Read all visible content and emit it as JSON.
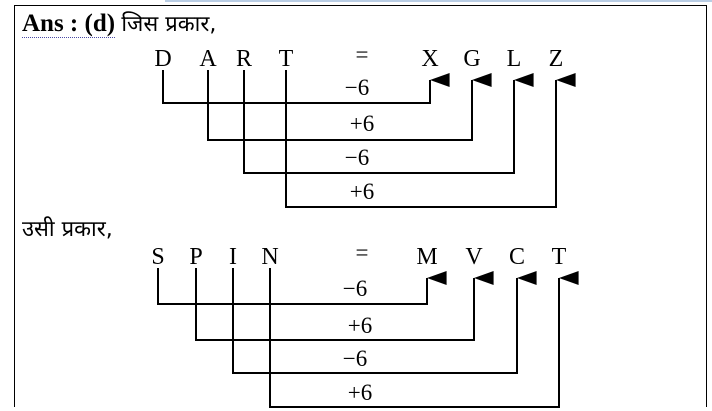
{
  "answer": {
    "label": "Ans : (d)",
    "intro": "जिस प्रकार,"
  },
  "middle_text": "उसी प्रकार,",
  "equals": "=",
  "top_strip_color": "#b9cde4",
  "example": {
    "source": [
      "D",
      "A",
      "R",
      "T"
    ],
    "target": [
      "X",
      "G",
      "L",
      "Z"
    ],
    "ops": [
      "−6",
      "+6",
      "−6",
      "+6"
    ]
  },
  "question": {
    "source": [
      "S",
      "P",
      "I",
      "N"
    ],
    "target": [
      "M",
      "V",
      "C",
      "T"
    ],
    "ops": [
      "−6",
      "+6",
      "−6",
      "+6"
    ]
  }
}
